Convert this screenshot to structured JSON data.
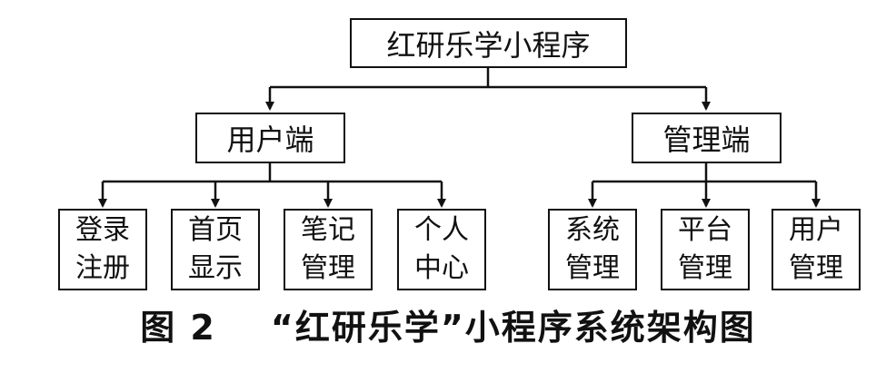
{
  "root": {
    "label": "红研乐学小程序"
  },
  "branches": [
    {
      "label": "用户端",
      "children": [
        {
          "line1": "登录",
          "line2": "注册"
        },
        {
          "line1": "首页",
          "line2": "显示"
        },
        {
          "line1": "笔记",
          "line2": "管理"
        },
        {
          "line1": "个人",
          "line2": "中心"
        }
      ]
    },
    {
      "label": "管理端",
      "children": [
        {
          "line1": "系统",
          "line2": "管理"
        },
        {
          "line1": "平台",
          "line2": "管理"
        },
        {
          "line1": "用户",
          "line2": "管理"
        }
      ]
    }
  ],
  "caption": {
    "number": "图 2",
    "title": "“红研乐学”小程序系统架构图"
  }
}
